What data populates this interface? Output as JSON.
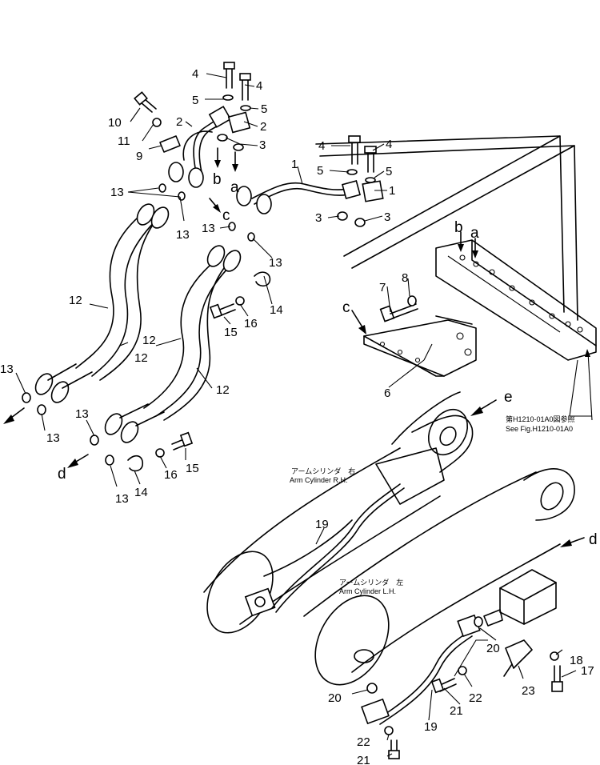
{
  "part_numbers": [
    "1",
    "2",
    "3",
    "4",
    "5",
    "6",
    "7",
    "8",
    "9",
    "10",
    "11",
    "12",
    "13",
    "14",
    "15",
    "16",
    "17",
    "18",
    "19",
    "20",
    "21",
    "22",
    "23"
  ],
  "connection_letters": {
    "a": "a",
    "b": "b",
    "c": "c",
    "d": "d",
    "e": "e"
  },
  "labels": {
    "arm_cylinder_rh_jp": "アームシリンダ　右",
    "arm_cylinder_rh_en": "Arm  Cylinder  R.H.",
    "arm_cylinder_lh_jp": "アームシリンダ　左",
    "arm_cylinder_lh_en": "Arm  Cylinder  L.H.",
    "ref_jp": "第H1210-01A0図参照",
    "ref_en": "See Fig.H1210-01A0"
  }
}
